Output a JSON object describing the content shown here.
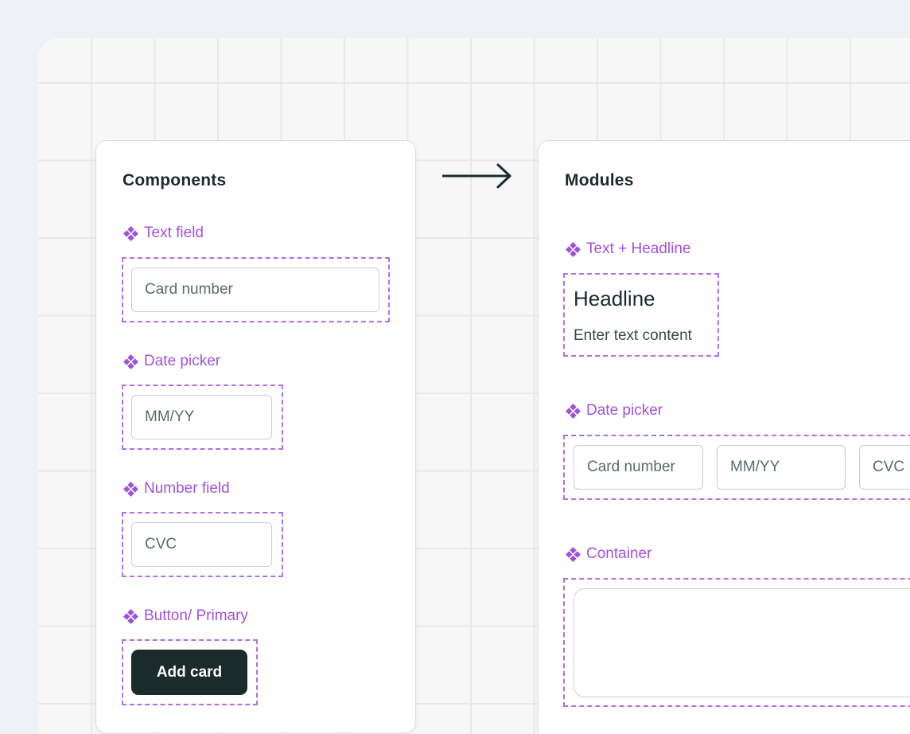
{
  "colors": {
    "accent": "#a052dc",
    "dashed_border": "#b06fe6",
    "primary_button": "#1b2a2a",
    "page_background": "#eef1f5",
    "canvas_background": "#f7f7f7"
  },
  "icons": {
    "component": "component-diamond-icon",
    "arrow": "arrow-right-icon"
  },
  "components": {
    "title": "Components",
    "text_field": {
      "label": "Text field",
      "placeholder": "Card number"
    },
    "date_picker": {
      "label": "Date picker",
      "placeholder": "MM/YY"
    },
    "number_field": {
      "label": "Number field",
      "placeholder": "CVC"
    },
    "button_primary": {
      "label": "Button/ Primary",
      "button_text": "Add card"
    }
  },
  "modules": {
    "title": "Modules",
    "text_headline": {
      "label": "Text + Headline",
      "headline": "Headline",
      "text": "Enter text content"
    },
    "date_picker": {
      "label": "Date picker",
      "fields": [
        "Card number",
        "MM/YY",
        "CVC"
      ]
    },
    "container": {
      "label": "Container"
    }
  }
}
